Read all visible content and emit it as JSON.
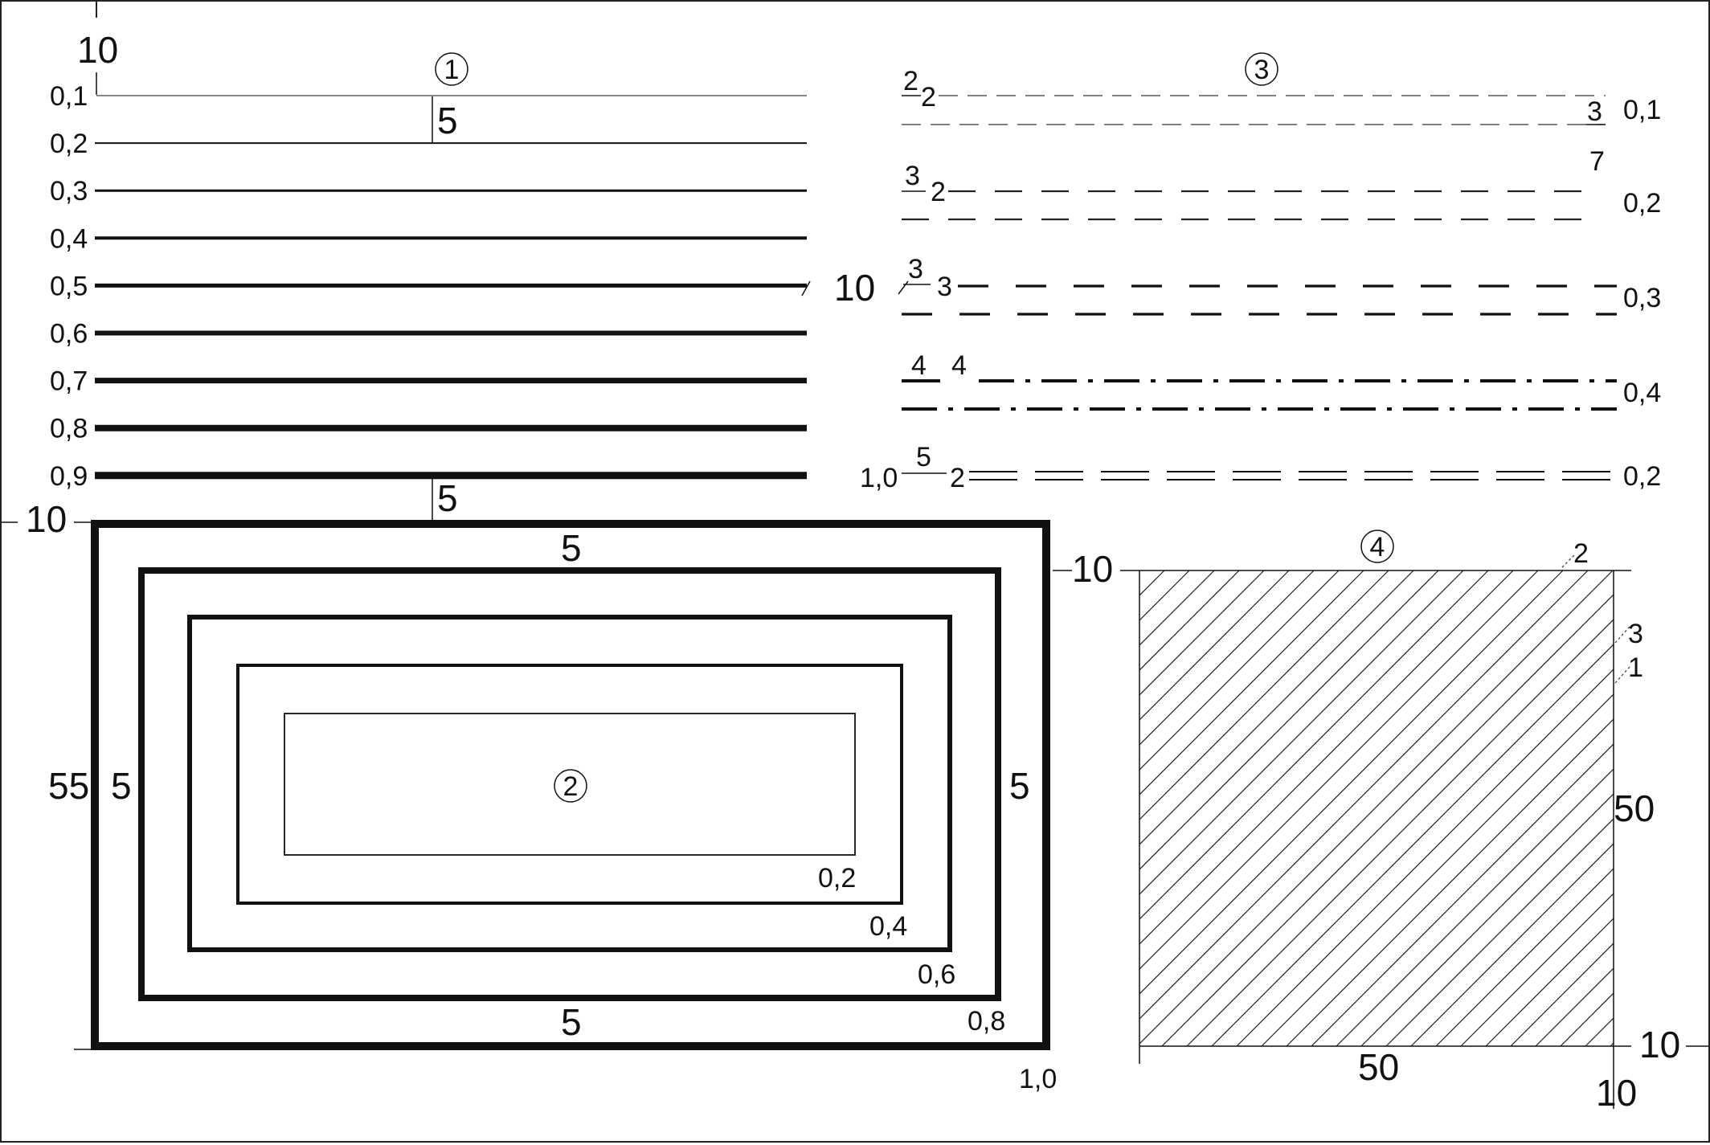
{
  "section_markers": {
    "s1": "1",
    "s2": "2",
    "s3": "3",
    "s4": "4"
  },
  "section1": {
    "spacing_top": "10",
    "spacing_a": "5",
    "spacing_b": "5",
    "lines": [
      {
        "label": "0,1",
        "thickness_mm": 0.1
      },
      {
        "label": "0,2",
        "thickness_mm": 0.2
      },
      {
        "label": "0,3",
        "thickness_mm": 0.3
      },
      {
        "label": "0,4",
        "thickness_mm": 0.4
      },
      {
        "label": "0,5",
        "thickness_mm": 0.5
      },
      {
        "label": "0,6",
        "thickness_mm": 0.6
      },
      {
        "label": "0,7",
        "thickness_mm": 0.7
      },
      {
        "label": "0,8",
        "thickness_mm": 0.8
      },
      {
        "label": "0,9",
        "thickness_mm": 0.9
      }
    ]
  },
  "section3": {
    "gap_label": "10",
    "rows": [
      {
        "dash": "2",
        "gap": "2",
        "right_label": "0,1",
        "extra_top": "3",
        "extra_bottom": "7"
      },
      {
        "dash": "3",
        "gap": "2",
        "right_label": "0,2"
      },
      {
        "dash": "3",
        "gap": "3",
        "right_label": "0,3"
      },
      {
        "dash": "4",
        "gap": "4",
        "right_label": "0,4"
      },
      {
        "dash": "5",
        "gap": "2",
        "right_label": "0,2",
        "left_label": "1,0"
      }
    ]
  },
  "section2": {
    "height_label": "55",
    "top_gap_label": "10",
    "inner_top": "5",
    "inner_bottom": "5",
    "inner_left": "5",
    "inner_right": "5",
    "rect_labels": [
      "1,0",
      "0,8",
      "0,6",
      "0,4",
      "0,2"
    ]
  },
  "section4": {
    "top_label": "10",
    "side_label": "50",
    "bottom_label": "50",
    "right_bottom_label": "10",
    "right_bottom_label2": "10",
    "corner_a": "2",
    "corner_b": "3",
    "corner_c": "1"
  }
}
